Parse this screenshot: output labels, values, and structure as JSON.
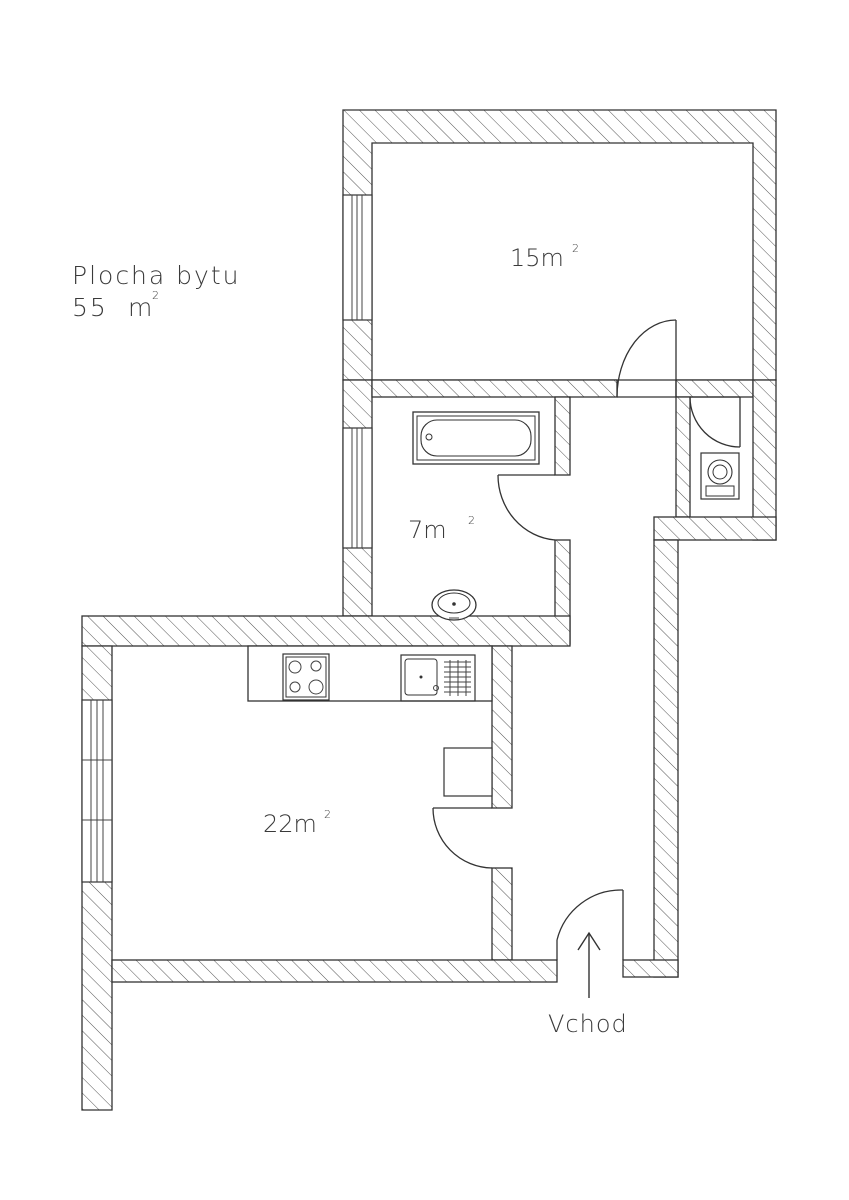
{
  "summary": {
    "title": "Plocha bytu",
    "area_value": "55",
    "area_unit": "m",
    "area_sup": "2"
  },
  "rooms": [
    {
      "id": "room-15",
      "value": "15m",
      "sup": "2"
    },
    {
      "id": "room-7",
      "value": "7m",
      "sup": "2"
    },
    {
      "id": "room-22",
      "value": "22m",
      "sup": "2"
    }
  ],
  "entrance": {
    "label": "Vchod"
  }
}
